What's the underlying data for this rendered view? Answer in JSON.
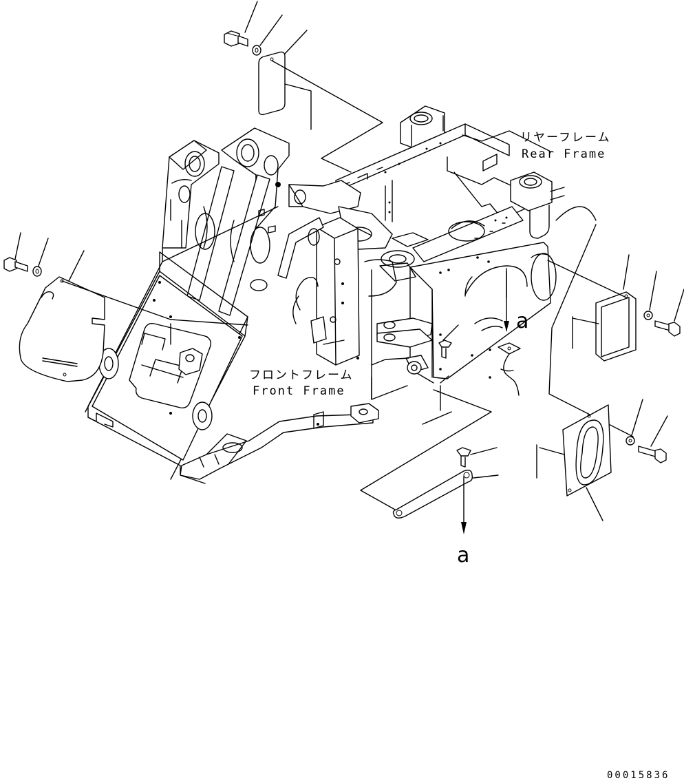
{
  "labels": {
    "rear_frame_jp": "リヤーフレーム",
    "rear_frame_en": "Rear Frame",
    "front_frame_jp": "フロントフレーム",
    "front_frame_en": "Front Frame",
    "ref_a_upper": "a",
    "ref_a_lower": "a"
  },
  "part_number": "00015836"
}
